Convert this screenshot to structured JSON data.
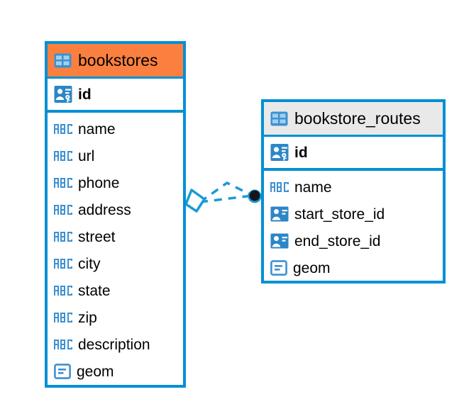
{
  "diagram": {
    "type": "entity-relationship-diagram",
    "colors": {
      "border": "#0090d4",
      "selected_header": "#fb8040",
      "normal_header": "#e9e9e9",
      "icon_blue": "#3d91d1",
      "relationship": "#1b9ad6",
      "text": "#000000"
    },
    "entities": [
      {
        "name": "bookstores",
        "header_icon": "table-icon",
        "selected": true,
        "primary_key": {
          "name": "id",
          "icon": "primary-key-icon"
        },
        "fields": [
          {
            "name": "name",
            "icon": "text-type-icon"
          },
          {
            "name": "url",
            "icon": "text-type-icon"
          },
          {
            "name": "phone",
            "icon": "text-type-icon"
          },
          {
            "name": "address",
            "icon": "text-type-icon"
          },
          {
            "name": "street",
            "icon": "text-type-icon"
          },
          {
            "name": "city",
            "icon": "text-type-icon"
          },
          {
            "name": "state",
            "icon": "text-type-icon"
          },
          {
            "name": "zip",
            "icon": "text-type-icon"
          },
          {
            "name": "description",
            "icon": "text-type-icon"
          },
          {
            "name": "geom",
            "icon": "geometry-type-icon"
          }
        ]
      },
      {
        "name": "bookstore_routes",
        "header_icon": "table-icon",
        "selected": false,
        "primary_key": {
          "name": "id",
          "icon": "primary-key-icon"
        },
        "fields": [
          {
            "name": "name",
            "icon": "text-type-icon"
          },
          {
            "name": "start_store_id",
            "icon": "foreign-key-icon"
          },
          {
            "name": "end_store_id",
            "icon": "foreign-key-icon"
          },
          {
            "name": "geom",
            "icon": "geometry-type-icon"
          }
        ]
      }
    ],
    "relationship": {
      "from": "bookstores",
      "to": "bookstore_routes",
      "style": "dashed",
      "source_marker": "crows-foot-diamond",
      "target_marker": "filled-circle"
    }
  }
}
